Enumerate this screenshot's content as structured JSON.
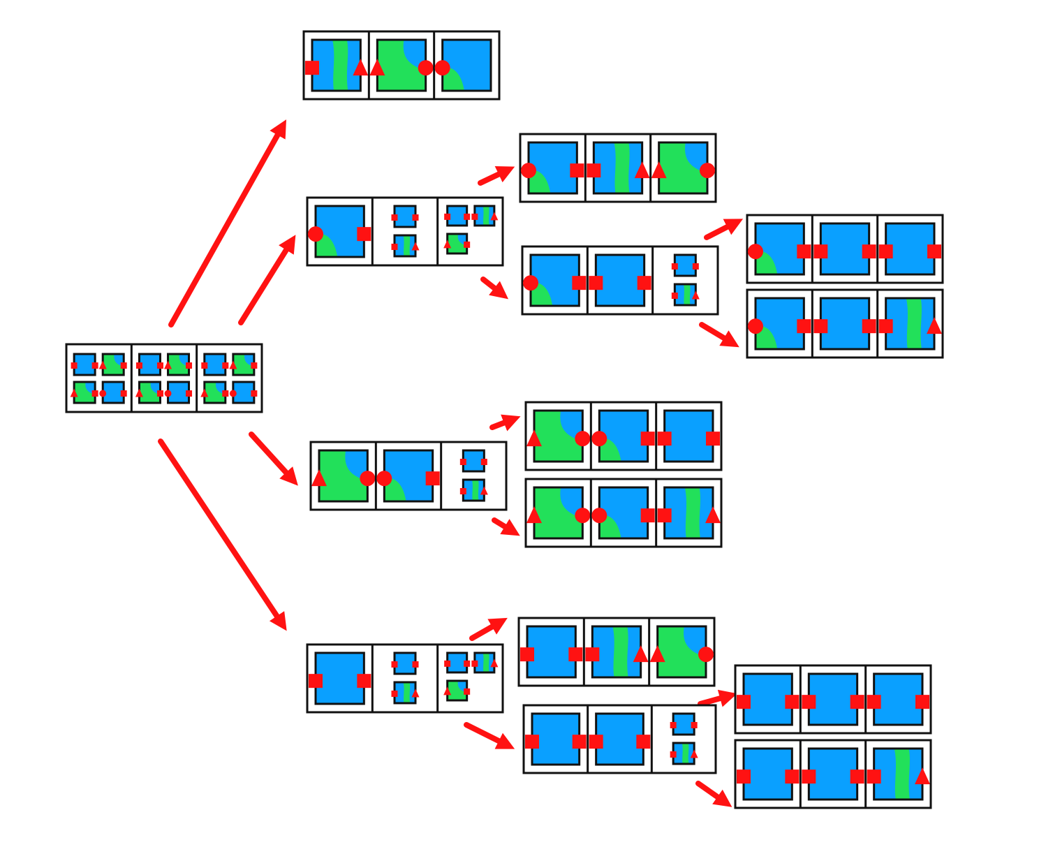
{
  "colors": {
    "frame": "#111111",
    "sky": "#0aa0ff",
    "grass": "#22e05a",
    "marker": "#ff1212",
    "paper": "#ffffff"
  },
  "diagram": {
    "nodes": [
      {
        "id": "root",
        "cells": [
          {
            "kind": "pairs",
            "pairs": [
              [
                "blue-sq",
                "green-tri"
              ],
              [
                "green-tri",
                "blue-circ"
              ]
            ]
          },
          {
            "kind": "pairs",
            "pairs": [
              [
                "blue-sq",
                "green-tri"
              ],
              [
                "green-tri",
                "blue-circ"
              ]
            ]
          },
          {
            "kind": "pairs",
            "pairs": [
              [
                "blue-sq",
                "green-tri"
              ],
              [
                "green-tri",
                "blue-circ"
              ]
            ]
          }
        ]
      },
      {
        "id": "solved-a",
        "cells": [
          {
            "kind": "tile",
            "pattern": "vstripe",
            "left": "square",
            "right": "triangle"
          },
          {
            "kind": "tile",
            "pattern": "corner-tr",
            "left": "triangle",
            "right": "circle"
          },
          {
            "kind": "tile",
            "pattern": "corner-bl",
            "left": "circle",
            "right": "none"
          }
        ]
      },
      {
        "id": "branch-b",
        "cells": [
          {
            "kind": "tile",
            "pattern": "corner-bl",
            "left": "circle",
            "right": "square"
          },
          {
            "kind": "minis",
            "minis": [
              "sq-sq",
              "sq-tri"
            ]
          },
          {
            "kind": "minis2",
            "minis": [
              "sq-sq",
              "sq-tri",
              "tri-sq"
            ]
          }
        ]
      },
      {
        "id": "b-top",
        "cells": [
          {
            "kind": "tile",
            "pattern": "corner-bl",
            "left": "circle",
            "right": "square"
          },
          {
            "kind": "tile",
            "pattern": "vstripe",
            "left": "square",
            "right": "triangle"
          },
          {
            "kind": "tile",
            "pattern": "corner-tr",
            "left": "triangle",
            "right": "circle"
          }
        ]
      },
      {
        "id": "b-mid",
        "cells": [
          {
            "kind": "tile",
            "pattern": "corner-bl",
            "left": "circle",
            "right": "square"
          },
          {
            "kind": "tile",
            "pattern": "plain",
            "left": "square",
            "right": "square"
          },
          {
            "kind": "minis",
            "minis": [
              "sq-sq",
              "sq-tri"
            ]
          }
        ]
      },
      {
        "id": "b-mid-1",
        "cells": [
          {
            "kind": "tile",
            "pattern": "corner-bl",
            "left": "circle",
            "right": "square"
          },
          {
            "kind": "tile",
            "pattern": "plain",
            "left": "square",
            "right": "square"
          },
          {
            "kind": "tile",
            "pattern": "plain",
            "left": "square",
            "right": "square"
          }
        ]
      },
      {
        "id": "b-mid-2",
        "cells": [
          {
            "kind": "tile",
            "pattern": "corner-bl",
            "left": "circle",
            "right": "square"
          },
          {
            "kind": "tile",
            "pattern": "plain",
            "left": "square",
            "right": "square"
          },
          {
            "kind": "tile",
            "pattern": "vstripe",
            "left": "square",
            "right": "triangle"
          }
        ]
      },
      {
        "id": "branch-c",
        "cells": [
          {
            "kind": "tile",
            "pattern": "corner-tr",
            "left": "triangle",
            "right": "circle"
          },
          {
            "kind": "tile",
            "pattern": "corner-bl",
            "left": "circle",
            "right": "square"
          },
          {
            "kind": "minis",
            "minis": [
              "sq-sq",
              "sq-tri"
            ]
          }
        ]
      },
      {
        "id": "c-top",
        "cells": [
          {
            "kind": "tile",
            "pattern": "corner-tr",
            "left": "triangle",
            "right": "circle"
          },
          {
            "kind": "tile",
            "pattern": "corner-bl",
            "left": "circle",
            "right": "square"
          },
          {
            "kind": "tile",
            "pattern": "plain",
            "left": "square",
            "right": "square"
          }
        ]
      },
      {
        "id": "c-bot",
        "cells": [
          {
            "kind": "tile",
            "pattern": "corner-tr",
            "left": "triangle",
            "right": "circle"
          },
          {
            "kind": "tile",
            "pattern": "corner-bl",
            "left": "circle",
            "right": "square"
          },
          {
            "kind": "tile",
            "pattern": "vstripe",
            "left": "square",
            "right": "triangle"
          }
        ]
      },
      {
        "id": "branch-d",
        "cells": [
          {
            "kind": "tile",
            "pattern": "plain",
            "left": "square",
            "right": "square"
          },
          {
            "kind": "minis",
            "minis": [
              "sq-sq",
              "sq-tri"
            ]
          },
          {
            "kind": "minis2",
            "minis": [
              "sq-sq",
              "sq-tri",
              "tri-sq"
            ]
          }
        ]
      },
      {
        "id": "d-top",
        "cells": [
          {
            "kind": "tile",
            "pattern": "plain",
            "left": "square",
            "right": "square"
          },
          {
            "kind": "tile",
            "pattern": "vstripe",
            "left": "square",
            "right": "triangle"
          },
          {
            "kind": "tile",
            "pattern": "corner-tr",
            "left": "triangle",
            "right": "circle"
          }
        ]
      },
      {
        "id": "d-mid",
        "cells": [
          {
            "kind": "tile",
            "pattern": "plain",
            "left": "square",
            "right": "square"
          },
          {
            "kind": "tile",
            "pattern": "plain",
            "left": "square",
            "right": "square"
          },
          {
            "kind": "minis",
            "minis": [
              "sq-sq",
              "sq-tri"
            ]
          }
        ]
      },
      {
        "id": "d-mid-1",
        "cells": [
          {
            "kind": "tile",
            "pattern": "plain",
            "left": "square",
            "right": "square"
          },
          {
            "kind": "tile",
            "pattern": "plain",
            "left": "square",
            "right": "square"
          },
          {
            "kind": "tile",
            "pattern": "plain",
            "left": "square",
            "right": "square"
          }
        ]
      },
      {
        "id": "d-mid-2",
        "cells": [
          {
            "kind": "tile",
            "pattern": "plain",
            "left": "square",
            "right": "square"
          },
          {
            "kind": "tile",
            "pattern": "plain",
            "left": "square",
            "right": "square"
          },
          {
            "kind": "tile",
            "pattern": "vstripe",
            "left": "square",
            "right": "triangle"
          }
        ]
      }
    ],
    "edges": [
      [
        "root",
        "solved-a"
      ],
      [
        "root",
        "branch-b"
      ],
      [
        "root",
        "branch-c"
      ],
      [
        "root",
        "branch-d"
      ],
      [
        "branch-b",
        "b-top"
      ],
      [
        "branch-b",
        "b-mid"
      ],
      [
        "b-mid",
        "b-mid-1"
      ],
      [
        "b-mid",
        "b-mid-2"
      ],
      [
        "branch-c",
        "c-top"
      ],
      [
        "branch-c",
        "c-bot"
      ],
      [
        "branch-d",
        "d-top"
      ],
      [
        "branch-d",
        "d-mid"
      ],
      [
        "d-mid",
        "d-mid-1"
      ],
      [
        "d-mid",
        "d-mid-2"
      ]
    ]
  }
}
